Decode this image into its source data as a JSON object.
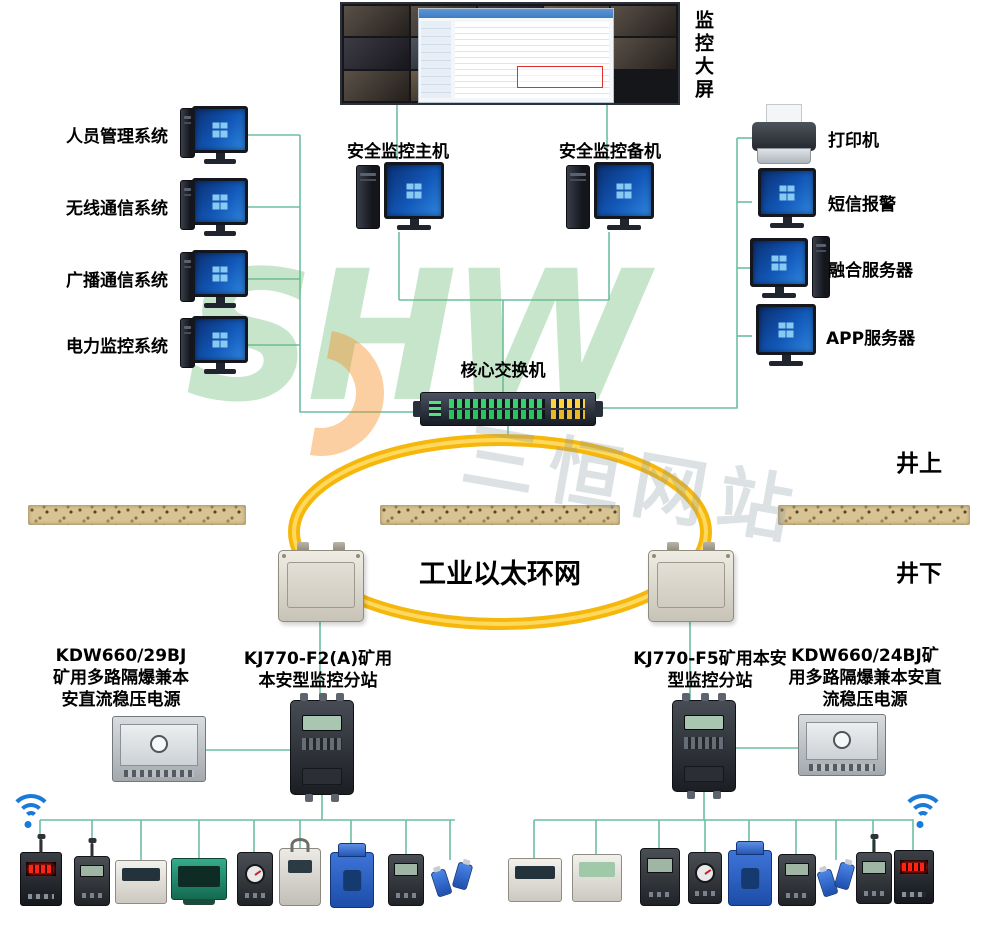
{
  "colors": {
    "connection_line": "#6cbfa0",
    "ring_yellow": "#ffc20e",
    "wifi_blue": "#1a7ad9",
    "led_red": "#ff2414",
    "soil_tan": "#d8c493"
  },
  "top_screen": {
    "label": "监控大屏",
    "icon": "video-wall-icon"
  },
  "left_systems": [
    {
      "label": "人员管理系统",
      "icon": "monitor-icon"
    },
    {
      "label": "无线通信系统",
      "icon": "monitor-icon"
    },
    {
      "label": "广播通信系统",
      "icon": "monitor-icon"
    },
    {
      "label": "电力监控系统",
      "icon": "monitor-icon"
    }
  ],
  "hosts": [
    {
      "label": "安全监控主机",
      "icon": "desktop-computer-icon"
    },
    {
      "label": "安全监控备机",
      "icon": "desktop-computer-icon"
    }
  ],
  "right_devices": [
    {
      "label": "打印机",
      "icon": "printer-icon"
    },
    {
      "label": "短信报警",
      "icon": "monitor-icon"
    },
    {
      "label": "融合服务器",
      "icon": "server-monitor-icon"
    },
    {
      "label": "APP服务器",
      "icon": "monitor-icon"
    }
  ],
  "core_switch": {
    "label": "核心交换机",
    "icon": "network-switch-icon"
  },
  "ring": {
    "label": "工业以太环网"
  },
  "zones": {
    "surface": "井上",
    "underground": "井下"
  },
  "stations": {
    "left_power": {
      "label": "KDW660/29BJ矿用多路隔爆兼本安直流稳压电源",
      "icon": "power-supply-icon"
    },
    "left_substation": {
      "label": "KJ770-F2(A)矿用本安型监控分站",
      "icon": "substation-icon"
    },
    "right_substation": {
      "label": "KJ770-F5矿用本安型监控分站",
      "icon": "substation-icon"
    },
    "right_power": {
      "label": "KDW660/24BJ矿用多路隔爆兼本安直流稳压电源",
      "icon": "power-supply-icon"
    }
  },
  "bottom_devices_left": [
    "wireless-led-sensor",
    "antenna-sensor",
    "power-box-sensor",
    "green-analyzer-sensor",
    "gauge-sensor",
    "hanging-sensor",
    "blue-valve-sensor",
    "display-sensor",
    "cable-clamp-pair"
  ],
  "bottom_devices_right": [
    "power-box-sensor",
    "white-display-sensor",
    "dark-sensor",
    "gauge-sensor",
    "blue-valve-sensor",
    "display-sensor",
    "cable-clamp-pair",
    "antenna-sensor",
    "wireless-led-sensor"
  ],
  "watermark": {
    "logo": "SHW",
    "text": "三恒网站"
  }
}
